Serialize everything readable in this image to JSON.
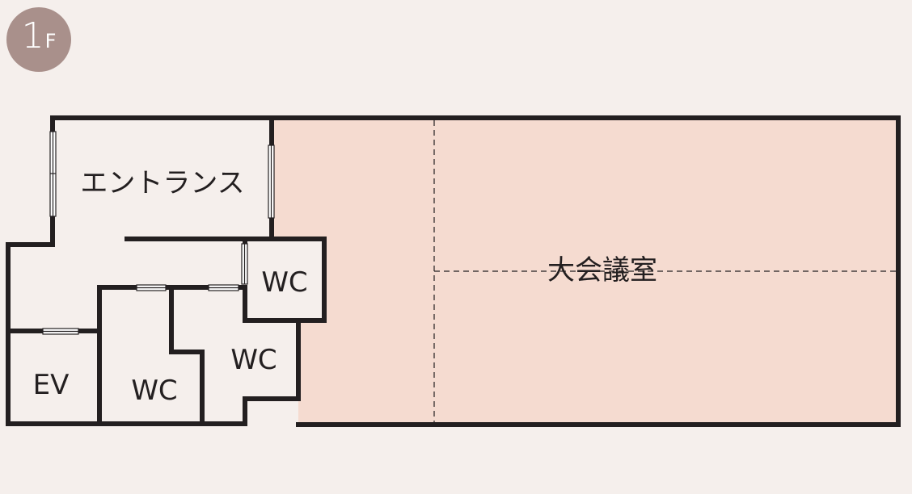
{
  "badge": {
    "number": "1",
    "unit": "F"
  },
  "rooms": {
    "entrance": "エントランス",
    "hall": "大会議室",
    "wc_top": "WC",
    "wc_middle": "WC",
    "wc_bottom": "WC",
    "ev": "EV"
  },
  "colors": {
    "background": "#f5efec",
    "hall_fill": "#f5dbd0",
    "wall": "#231f20",
    "badge": "#a9908b"
  }
}
